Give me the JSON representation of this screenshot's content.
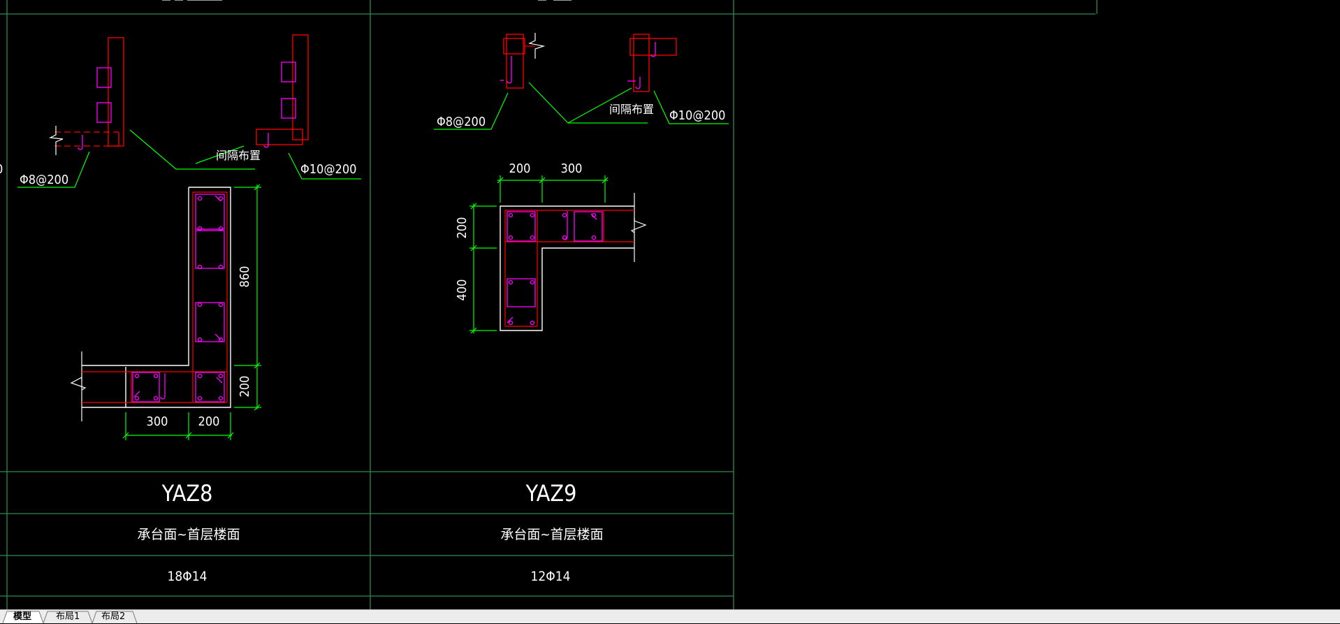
{
  "colors": {
    "background": "#000000",
    "grid": "#2e8b57",
    "outline": "#ffffff",
    "rebar": "#ff0000",
    "stirrup": "#ff00ff",
    "dimension": "#00ff00",
    "text": "#ffffff"
  },
  "columns": [
    {
      "id": "YAZ8",
      "name": "YAZ8",
      "elevation": "承台面~首层楼面",
      "reinforcement": "18Φ14",
      "left_tie": "Φ8@200",
      "right_tie": "Φ10@200",
      "note": "间隔布置",
      "dimensions": {
        "horizontal": [
          "300",
          "200"
        ],
        "vertical": [
          "860",
          "200"
        ]
      }
    },
    {
      "id": "YAZ9",
      "name": "YAZ9",
      "elevation": "承台面~首层楼面",
      "reinforcement": "12Φ14",
      "left_tie": "Φ8@200",
      "right_tie": "Φ10@200",
      "note": "间隔布置",
      "dimensions": {
        "horizontal": [
          "200",
          "300"
        ],
        "vertical": [
          "200",
          "400"
        ]
      }
    }
  ],
  "tabs": [
    {
      "label": "模型",
      "active": true
    },
    {
      "label": "布局1",
      "active": false
    },
    {
      "label": "布局2",
      "active": false
    }
  ]
}
